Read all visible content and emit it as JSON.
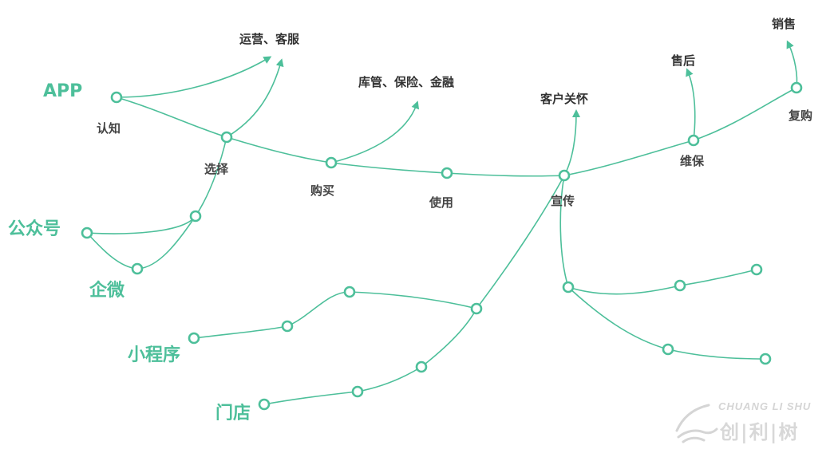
{
  "colors": {
    "accent": "#4dbf9a",
    "node_fill": "#ffffff",
    "step_text": "#444444",
    "branch_text": "#333333",
    "logo": "#d5d5d5"
  },
  "channels": {
    "app": "APP",
    "gongzhonghao": "公众号",
    "qiwei": "企微",
    "xiaochengxu": "小程序",
    "mendian": "门店"
  },
  "steps": {
    "renzhi": "认知",
    "xuanze": "选择",
    "goumai": "购买",
    "shiyong": "使用",
    "xuanchuan": "宣传",
    "weibao": "维保",
    "fugou": "复购"
  },
  "branches": {
    "yunying": "运营、客服",
    "kuguan": "库管、保险、金融",
    "kehu": "客户关怀",
    "shouhou": "售后",
    "xiaoshou": "销售"
  },
  "logo": {
    "en": "CHUANG LI SHU",
    "cn": "创|利|树"
  }
}
